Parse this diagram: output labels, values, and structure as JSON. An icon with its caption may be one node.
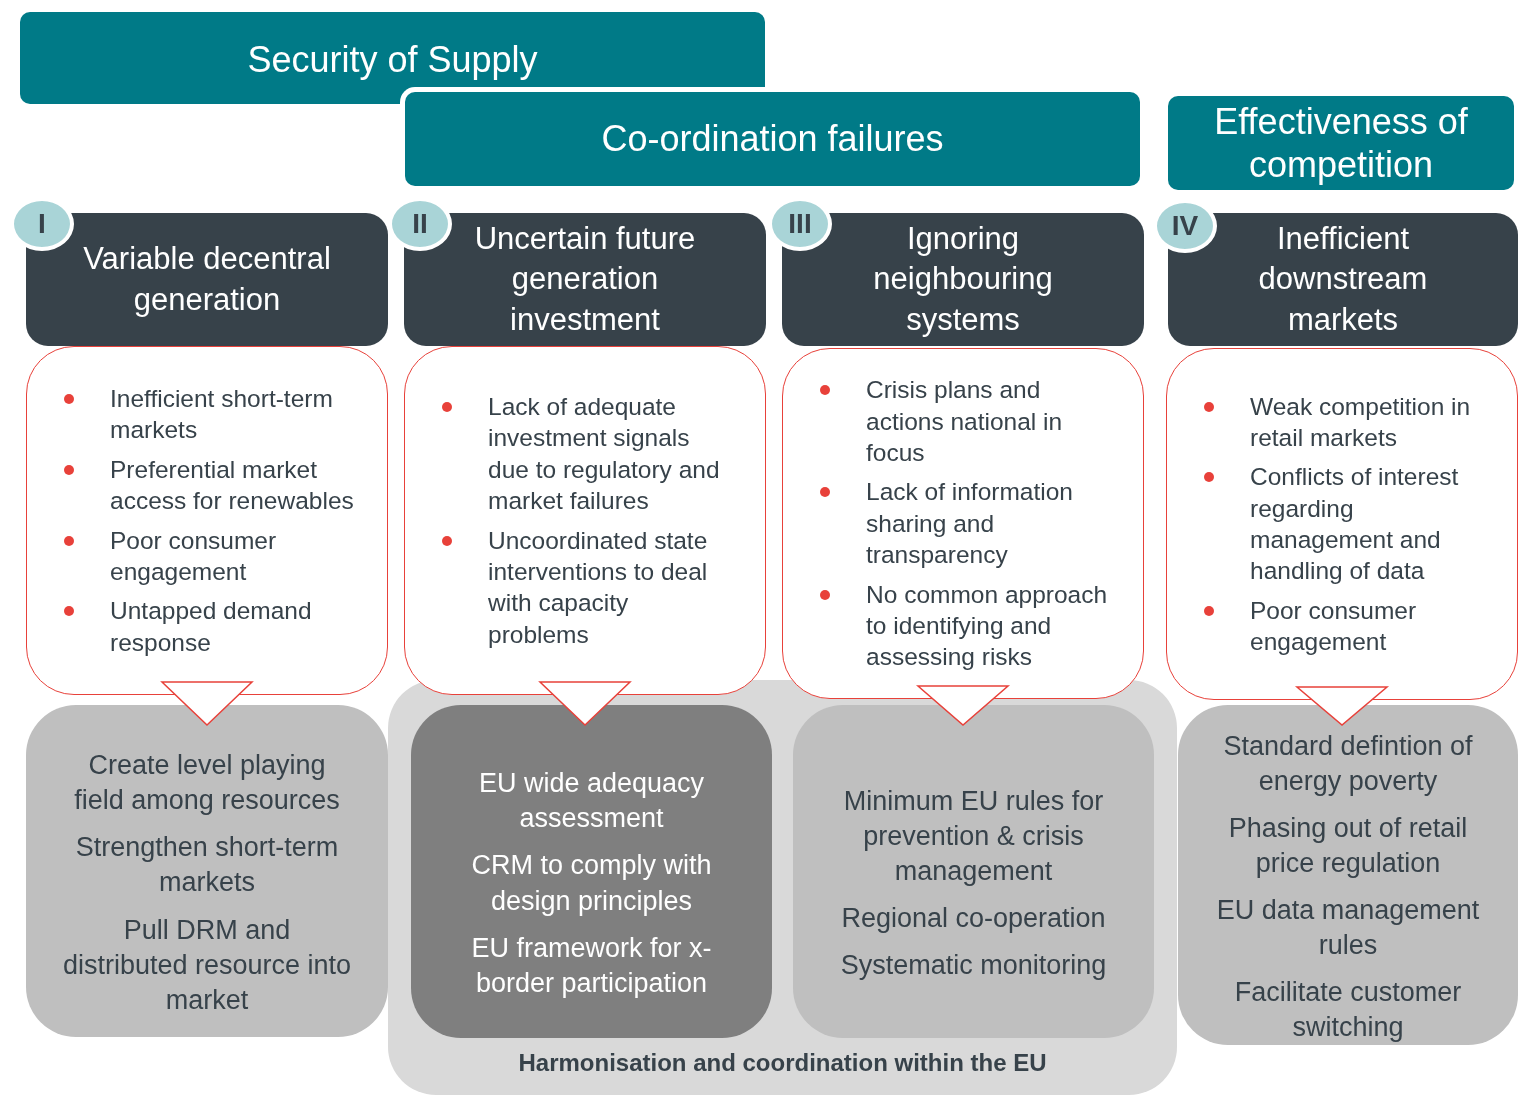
{
  "diagram": {
    "nodes": [
      {
        "text": [
          "Security of Supply"
        ]
      },
      {
        "text": [
          "Co-ordination failures"
        ]
      },
      {
        "text": [
          "Effectiveness of competition"
        ]
      },
      {
        "text": [
          "I"
        ]
      },
      {
        "text": [
          "Variable decentral generation"
        ]
      },
      {
        "text": [
          "II"
        ]
      },
      {
        "text": [
          "Uncertain future generation investment"
        ]
      },
      {
        "text": [
          "III"
        ]
      },
      {
        "text": [
          "Ignoring neighbouring systems"
        ]
      },
      {
        "text": [
          "IV"
        ]
      },
      {
        "text": [
          "Inefficient downstream markets"
        ]
      },
      {
        "text": [
          "Inefficient short-term markets",
          "Preferential market access for renewables",
          "Poor consumer engagement",
          "Untapped demand response"
        ]
      },
      {
        "text": [
          "Lack of adequate investment signals due to regulatory and market failures",
          "Uncoordinated state interventions to deal with capacity problems"
        ]
      },
      {
        "text": [
          "Crisis plans and actions national in focus",
          "Lack of information sharing and transparency",
          "No common approach to identifying and assessing risks"
        ]
      },
      {
        "text": [
          "Weak competition in retail markets",
          "Conflicts of interest regarding management and handling of data",
          "Poor consumer engagement"
        ]
      },
      {
        "text": [
          "Create level playing field among resources",
          "Strengthen short-term markets",
          "Pull DRM and distributed resource into market"
        ]
      },
      {
        "text": [
          "Harmonisation and coordination within the EU"
        ]
      },
      {
        "text": [
          "EU wide adequacy assessment",
          "CRM to comply with design principles",
          "EU framework for x-border participation"
        ],
        "in": 16
      },
      {
        "text": [
          "Minimum EU rules for prevention & crisis management",
          "Regional co-operation",
          "Systematic monitoring"
        ],
        "in": 16
      },
      {
        "text": [
          "Standard defintion of energy poverty",
          "Phasing out of retail price regulation",
          "EU data management rules",
          "Facilitate customer switching"
        ]
      }
    ],
    "edges": [
      {
        "from": 11,
        "to": 15,
        "arrow": "to"
      },
      {
        "from": 12,
        "to": 17,
        "arrow": "to"
      },
      {
        "from": 13,
        "to": 18,
        "arrow": "to"
      },
      {
        "from": 14,
        "to": 19,
        "arrow": "to"
      }
    ]
  }
}
